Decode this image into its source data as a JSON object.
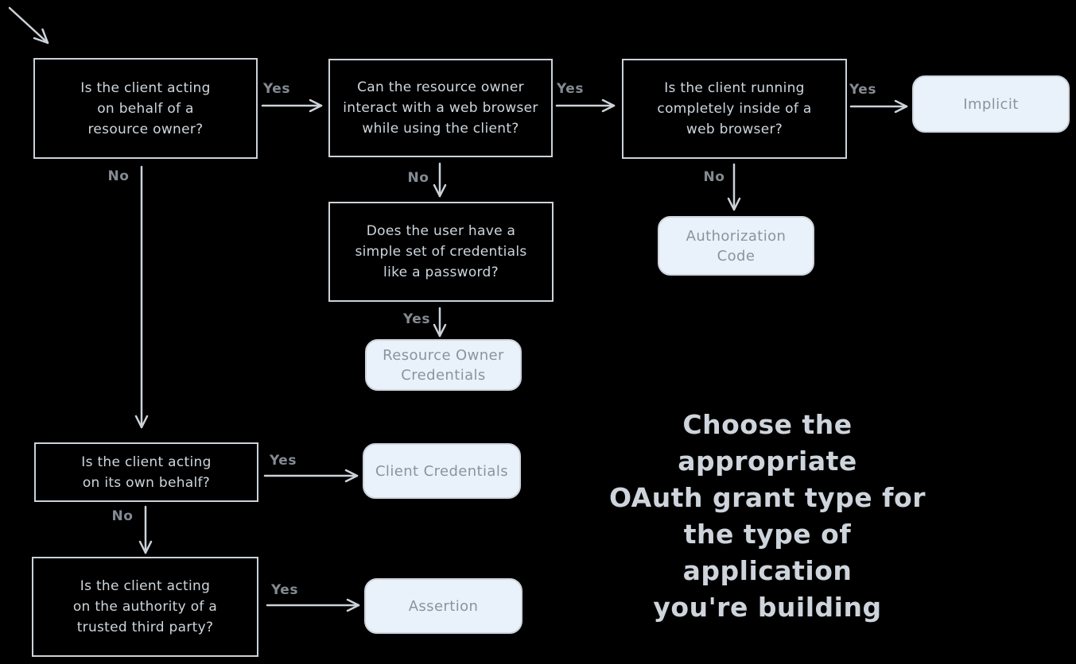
{
  "colors": {
    "background": "#000000",
    "box_border": "#ccd2d9",
    "box_text": "#ced6dd",
    "edge_label_text": "#848b92",
    "terminal_fill": "#e9f2fa",
    "terminal_border": "#cfd4db",
    "terminal_text": "#8b939b",
    "arrow_stroke": "#ccd2d9",
    "caption_text": "#ced4db"
  },
  "nodes": {
    "q1": {
      "lines": [
        "Is the client acting",
        "on behalf of a",
        "resource owner?"
      ]
    },
    "q2": {
      "lines": [
        "Can the resource owner",
        "interact with a web browser",
        "while using the client?"
      ]
    },
    "q3": {
      "lines": [
        "Is the client running",
        "completely inside of a",
        "web browser?"
      ]
    },
    "q4": {
      "lines": [
        "Does the user have a",
        "simple set of credentials",
        "like a password?"
      ]
    },
    "q5": {
      "lines": [
        "Is the client acting",
        "on its own behalf?"
      ]
    },
    "q6": {
      "lines": [
        "Is the client acting",
        "on the authority of a",
        "trusted third party?"
      ]
    }
  },
  "terminals": {
    "implicit": {
      "lines": [
        "Implicit"
      ]
    },
    "authorization_code": {
      "lines": [
        "Authorization",
        "Code"
      ]
    },
    "resource_owner_credentials": {
      "lines": [
        "Resource Owner",
        "Credentials"
      ]
    },
    "client_credentials": {
      "lines": [
        "Client Credentials"
      ]
    },
    "assertion": {
      "lines": [
        "Assertion"
      ]
    }
  },
  "edge_labels": {
    "q1_to_q2": "Yes",
    "q1_to_q5": "No",
    "q2_to_q3": "Yes",
    "q2_to_q4": "No",
    "q3_to_implicit": "Yes",
    "q3_to_authorization_code": "No",
    "q4_to_resource_owner_credentials": "Yes",
    "q5_to_client_credentials": "Yes",
    "q5_to_q6": "No",
    "q6_to_assertion": "Yes"
  },
  "caption": {
    "lines": [
      "Choose the appropriate",
      "OAuth grant type for",
      "the type of application",
      "you're building"
    ]
  }
}
